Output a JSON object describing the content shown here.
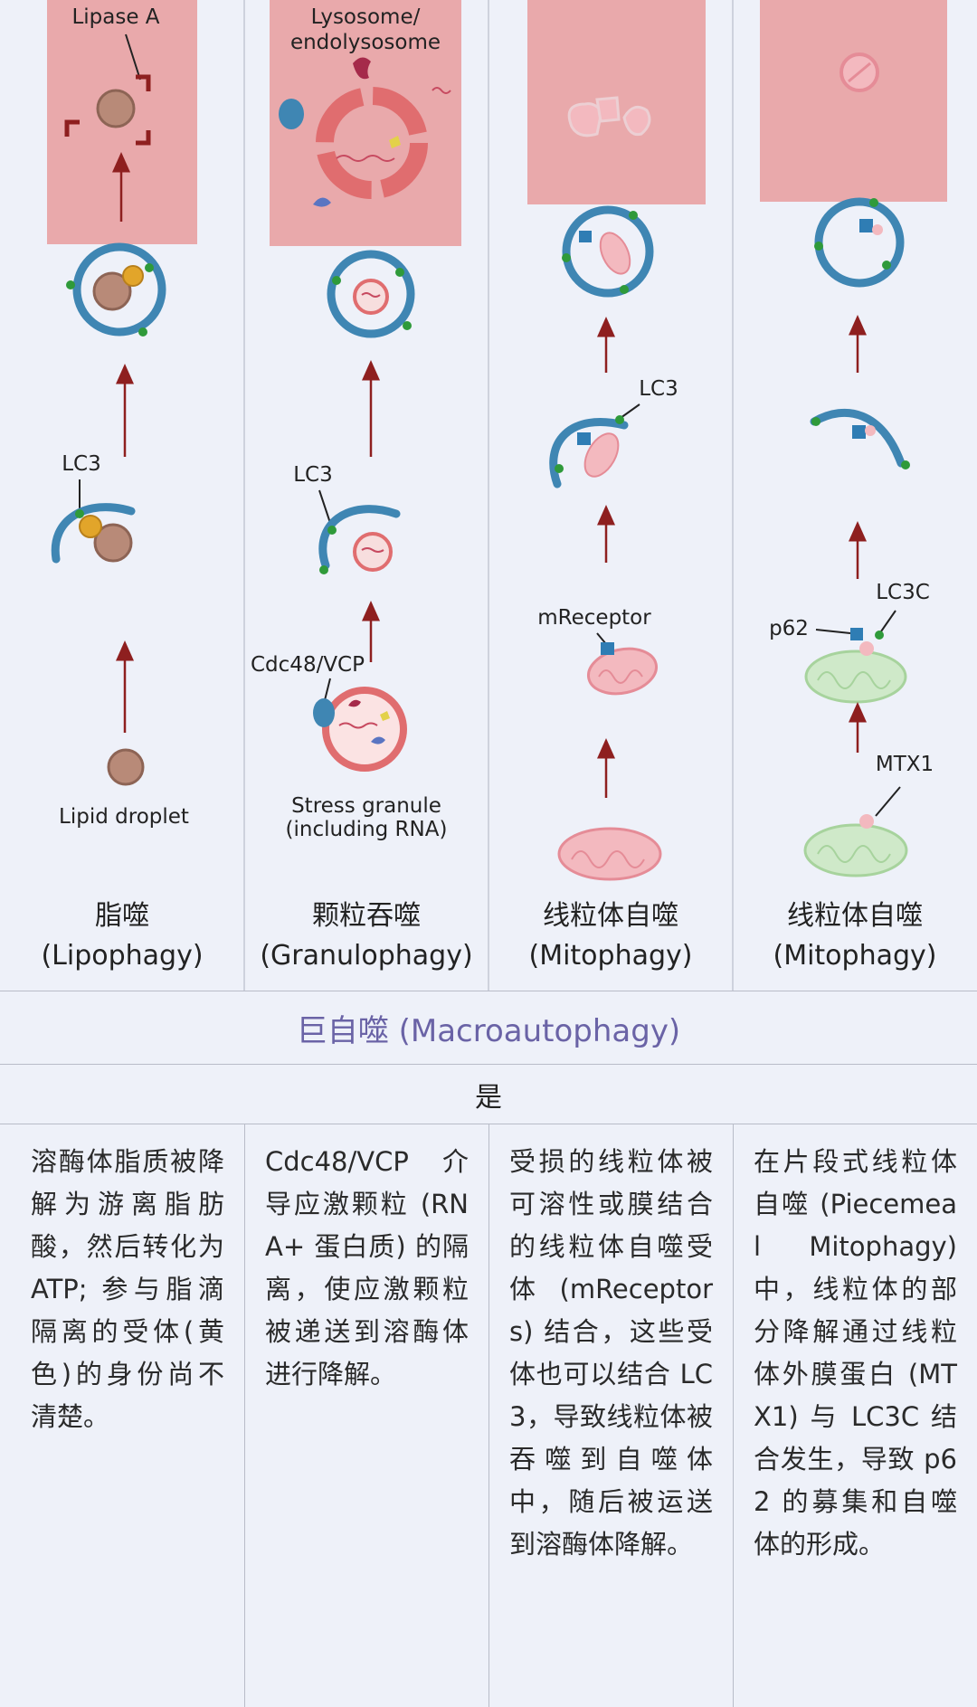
{
  "columns": [
    {
      "cn_title": "脂噬",
      "en_title": "(Lipophagy)",
      "labels": {
        "top": "Lipase A",
        "lc3": "LC3",
        "bottom": "Lipid droplet"
      },
      "description": "溶酶体脂质被降解为游离脂肪酸，然后转化为 ATP; 参与脂滴隔离的受体(黄色)的身份尚不清楚。"
    },
    {
      "cn_title": "颗粒吞噬",
      "en_title": "(Granulophagy)",
      "labels": {
        "top_line1": "Lysosome/",
        "top_line2": "endolysosome",
        "lc3": "LC3",
        "cdc": "Cdc48/VCP",
        "bottom_line1": "Stress granule",
        "bottom_line2": "(including RNA)"
      },
      "description": "Cdc48/VCP 介导应激颗粒 (RNA+ 蛋白质) 的隔离，使应激颗粒被递送到溶酶体进行降解。"
    },
    {
      "cn_title": "线粒体自噬",
      "en_title": "(Mitophagy)",
      "labels": {
        "lc3": "LC3",
        "receptor": "mReceptor"
      },
      "description": "受损的线粒体被可溶性或膜结合的线粒体自噬受体 (mReceptors) 结合，这些受体也可以结合 LC3，导致线粒体被吞噬到自噬体中，随后被运送到溶酶体降解。"
    },
    {
      "cn_title": "线粒体自噬",
      "en_title": "(Mitophagy)",
      "labels": {
        "lc3c": "LC3C",
        "p62": "p62",
        "mtx1": "MTX1"
      },
      "description": "在片段式线粒体自噬 (Piecemeal Mitophagy) 中，线粒体的部分降解通过线粒体外膜蛋白 (MTX1) 与 LC3C 结合发生，导致 p62 的募集和自噬体的形成。"
    }
  ],
  "macro_label": "巨自噬 (Macroautophagy)",
  "yes_label": "是",
  "colors": {
    "lysosome": "#e9a9ab",
    "membrane": "#3f86b3",
    "arrow": "#8e1f1f",
    "lc3_dot": "#2f9a3a",
    "lipid": "#b88a78",
    "receptor_yellow": "#e2a52a",
    "mito_pink": "#f3b9bf",
    "mito_green": "#cfe9c9",
    "macro_text": "#6a63a6"
  }
}
